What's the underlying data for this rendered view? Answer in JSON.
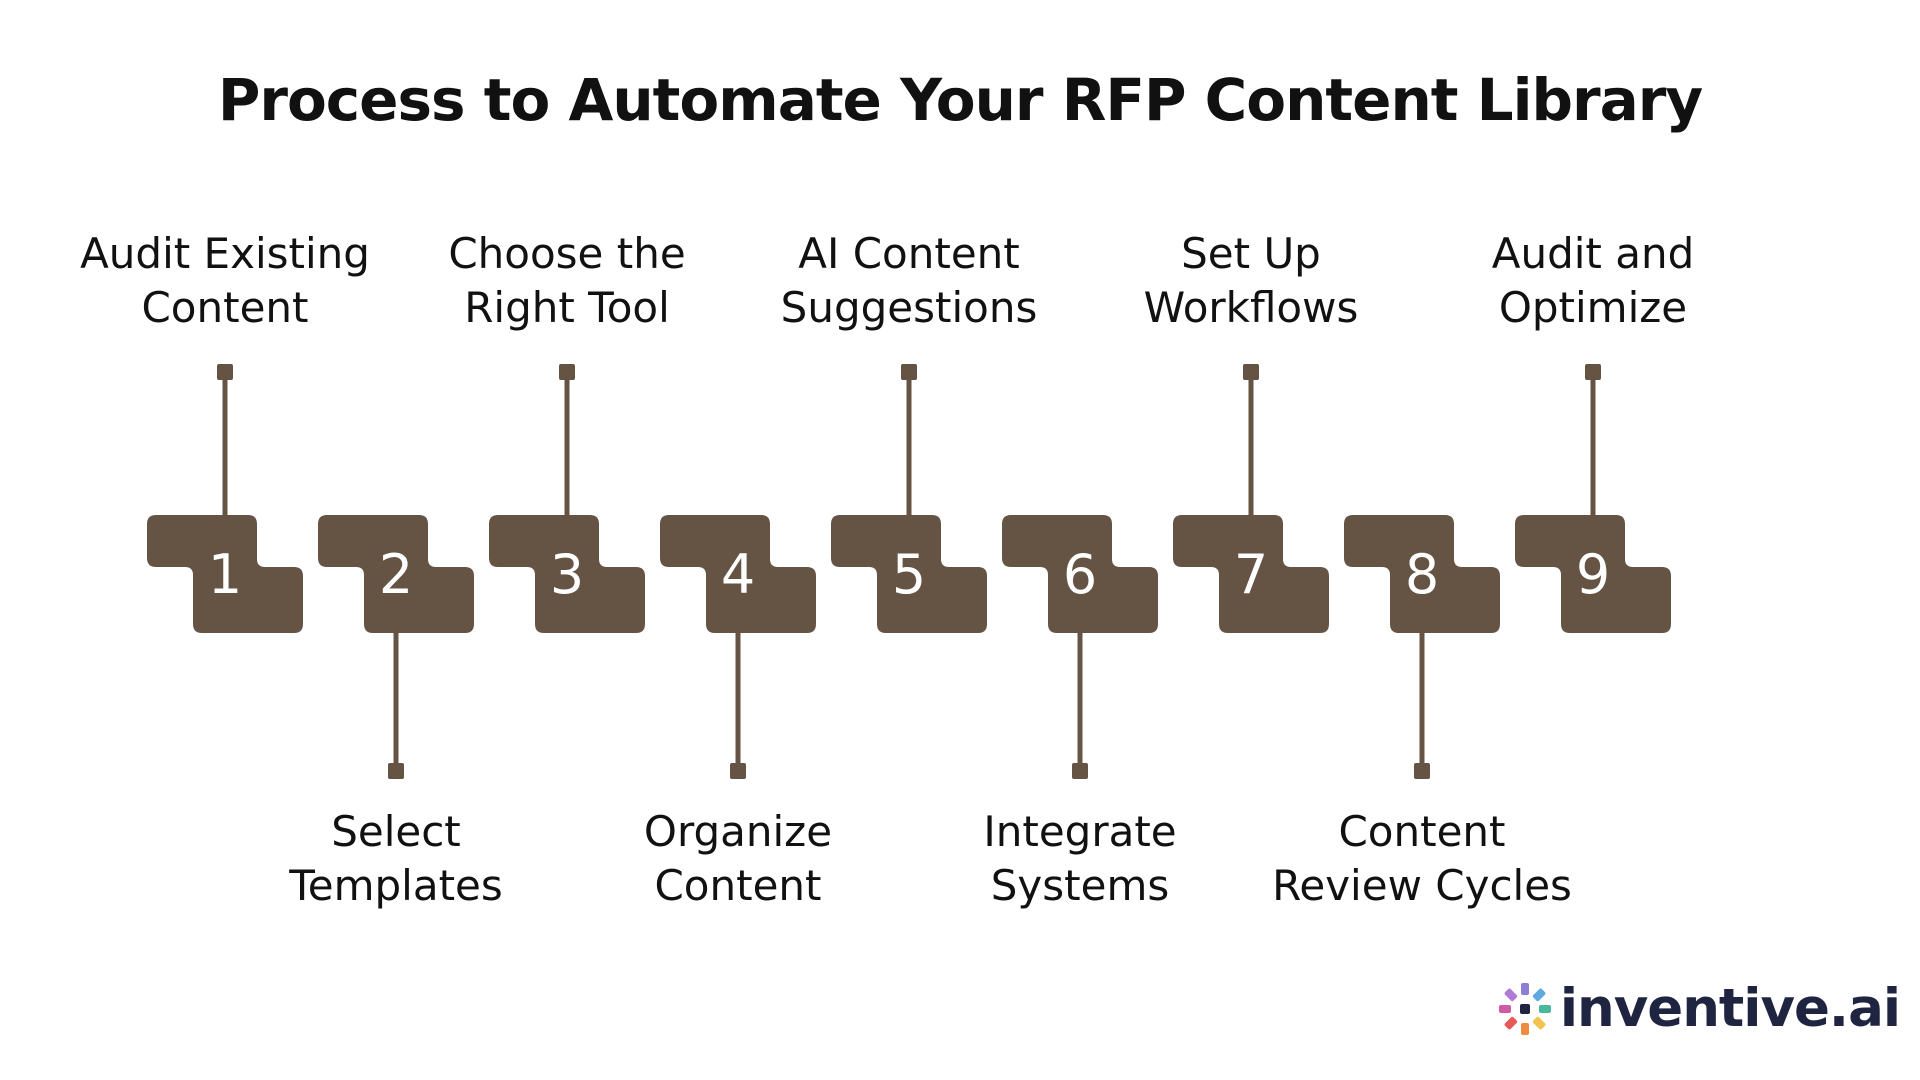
{
  "title": "Process to Automate Your RFP Content Library",
  "steps": [
    {
      "number": "1",
      "label_line1": "Audit Existing",
      "label_line2": "Content",
      "side": "top"
    },
    {
      "number": "2",
      "label_line1": "Select",
      "label_line2": "Templates",
      "side": "bottom"
    },
    {
      "number": "3",
      "label_line1": "Choose the",
      "label_line2": "Right Tool",
      "side": "top"
    },
    {
      "number": "4",
      "label_line1": "Organize",
      "label_line2": "Content",
      "side": "bottom"
    },
    {
      "number": "5",
      "label_line1": "AI Content",
      "label_line2": "Suggestions",
      "side": "top"
    },
    {
      "number": "6",
      "label_line1": "Integrate",
      "label_line2": "Systems",
      "side": "bottom"
    },
    {
      "number": "7",
      "label_line1": "Set Up",
      "label_line2": "Workflows",
      "side": "top"
    },
    {
      "number": "8",
      "label_line1": "Content",
      "label_line2": "Review Cycles",
      "side": "bottom"
    },
    {
      "number": "9",
      "label_line1": "Audit and",
      "label_line2": "Optimize",
      "side": "top"
    }
  ],
  "logo": {
    "text": "inventive.ai",
    "icon": "sparkle-burst-icon"
  },
  "colors": {
    "block": "#655444",
    "text": "#111111",
    "logo_text": "#1f2440"
  }
}
